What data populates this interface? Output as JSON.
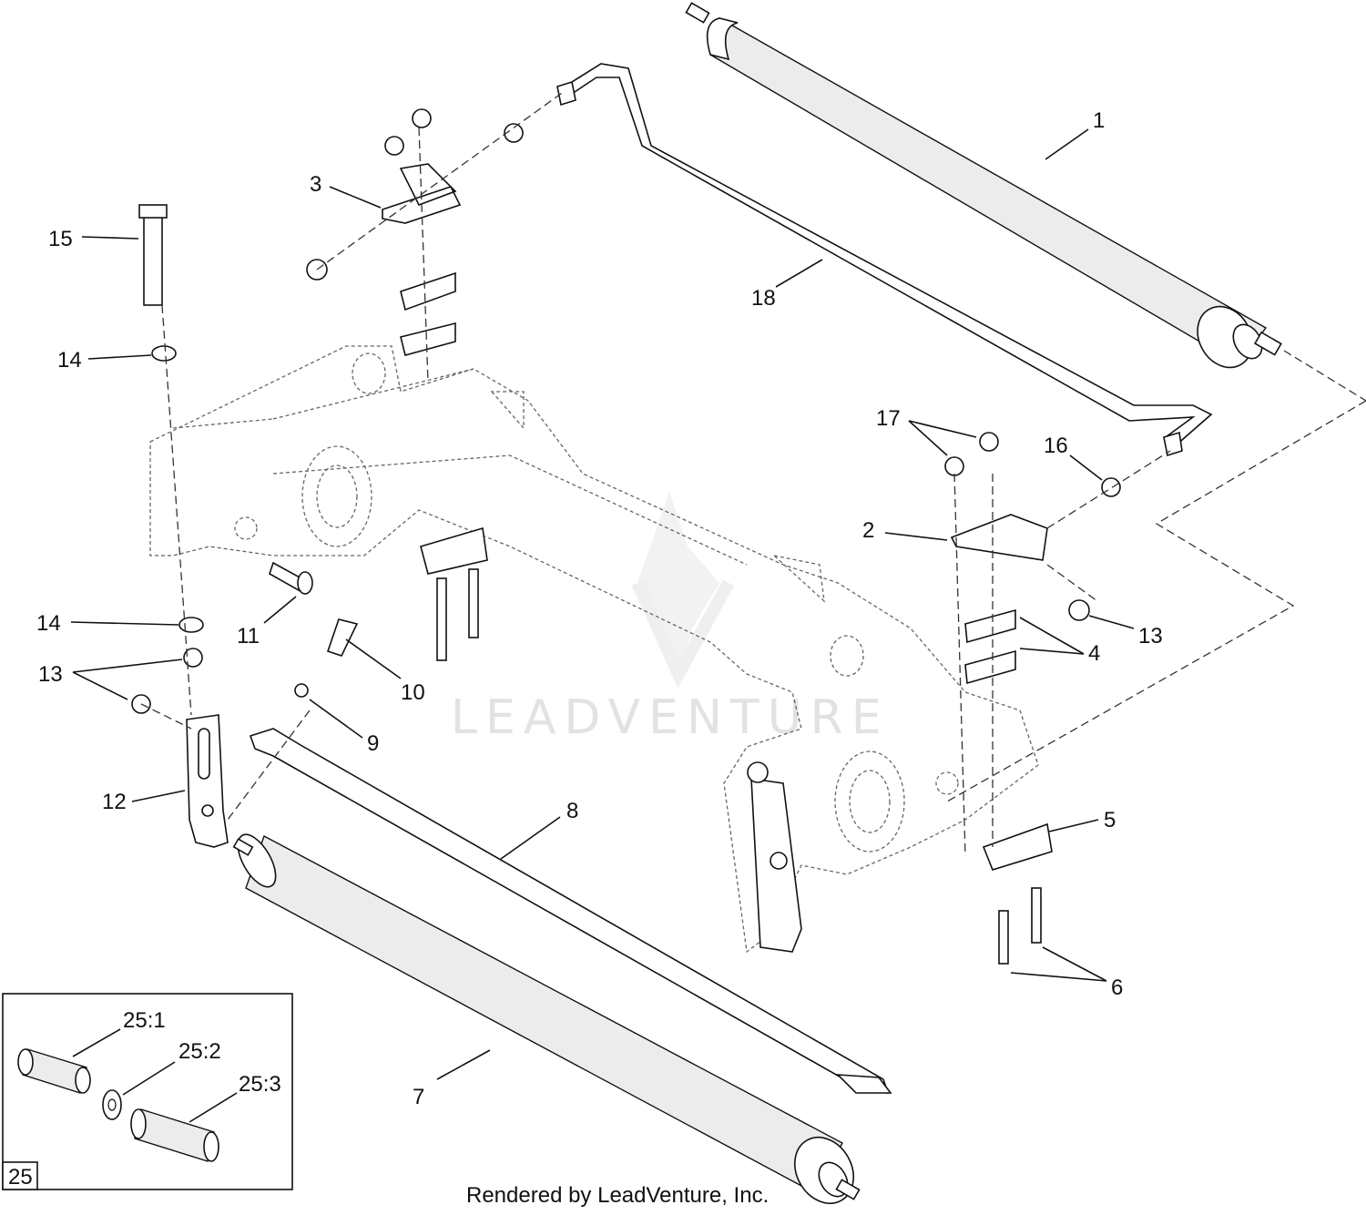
{
  "watermark": "LEADVENTURE",
  "footer": "Rendered by LeadVenture, Inc.",
  "inset": {
    "id": "25",
    "labels": [
      "25:1",
      "25:2",
      "25:3"
    ]
  },
  "callouts": [
    "1",
    "2",
    "3",
    "4",
    "5",
    "6",
    "7",
    "8",
    "9",
    "10",
    "11",
    "12",
    "13",
    "13",
    "14",
    "14",
    "15",
    "16",
    "17",
    "18"
  ]
}
